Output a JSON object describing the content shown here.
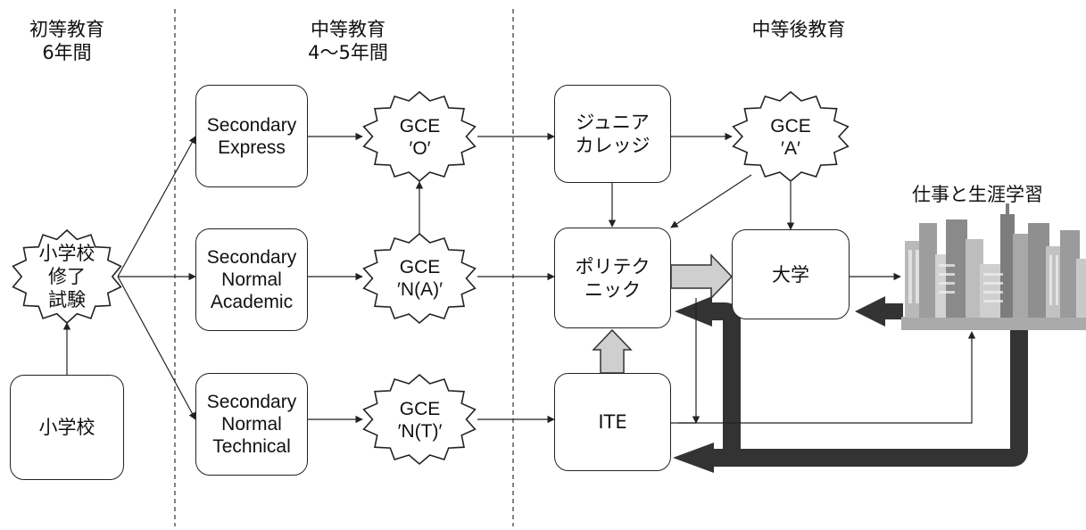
{
  "columns": {
    "primary": [
      "初等教育",
      "6年間"
    ],
    "secondary": [
      "中等教育",
      "4～5年間"
    ],
    "post_secondary": [
      "中等後教育"
    ]
  },
  "nodes": {
    "primary_school": [
      "小学校"
    ],
    "psle": [
      "小学校",
      "修了",
      "試験"
    ],
    "sec_express": [
      "Secondary",
      "Express"
    ],
    "sec_na": [
      "Secondary",
      "Normal",
      "Academic"
    ],
    "sec_nt": [
      "Secondary",
      "Normal",
      "Technical"
    ],
    "gce_o": [
      "GCE",
      "′O′"
    ],
    "gce_na": [
      "GCE",
      "′N(A)′"
    ],
    "gce_nt": [
      "GCE",
      "′N(T)′"
    ],
    "junior_college": [
      "ジュニア",
      "カレッジ"
    ],
    "gce_a": [
      "GCE",
      "′A′"
    ],
    "polytechnic": [
      "ポリテク",
      "ニック"
    ],
    "university": [
      "大学"
    ],
    "ite": [
      "ITE"
    ]
  },
  "work_label": "仕事と生涯学習",
  "colors": {
    "line": "#222222",
    "thick_arrow": "#333333",
    "light_arrow": "#c8c8c8",
    "divider": "#333333"
  },
  "icons": {
    "city": "city-skyline-icon"
  }
}
